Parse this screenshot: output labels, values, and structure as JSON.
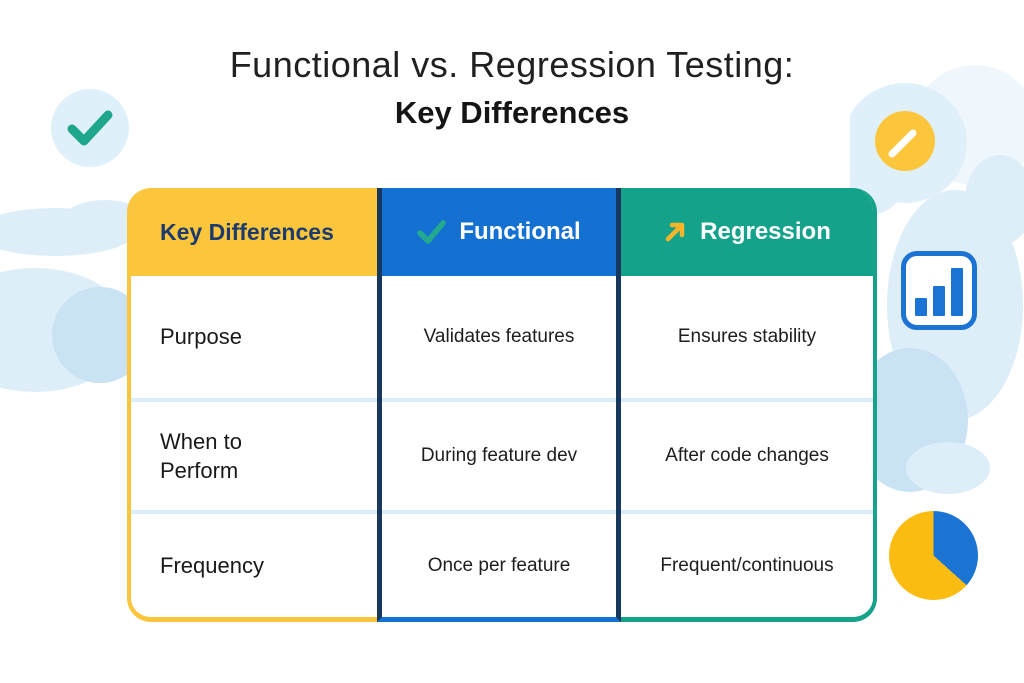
{
  "title": {
    "line1": "Functional vs. Regression Testing:",
    "line2": "Key Differences"
  },
  "table": {
    "columns": [
      {
        "label": "Key Differences",
        "icon": "none",
        "bg": "#FBC53C",
        "text_color": "#1D3C6D"
      },
      {
        "label": "Functional",
        "icon": "check-icon",
        "bg": "#1571D1",
        "text_color": "#FFFFFF"
      },
      {
        "label": "Regression",
        "icon": "arrow-up-right-icon",
        "bg": "#14A28B",
        "text_color": "#FFFFFF"
      }
    ],
    "rows": [
      {
        "label": "Purpose",
        "functional": "Validates features",
        "regression": "Ensures stability"
      },
      {
        "label": "When to Perform",
        "functional": "During feature dev",
        "regression": "After code changes"
      },
      {
        "label": "Frequency",
        "functional": "Once per feature",
        "regression": "Frequent/continuous"
      }
    ]
  },
  "icons": {
    "top_left_badge": "check-badge-icon",
    "top_right_badge": "pencil-badge-icon",
    "right_side": "bar-chart-icon",
    "bottom_right": "pie-chart-icon"
  },
  "colors": {
    "yellow": "#FBC53C",
    "blue": "#1571D1",
    "teal": "#14A28B",
    "navy_text": "#1D3C6D",
    "divider_navy": "#17375E",
    "row_separator": "#DCEDFA",
    "check_green": "#22A98E",
    "arrow_yellow": "#F9B529",
    "icon_blue": "#1B73D4",
    "pie_yellow": "#FBBC12",
    "blob_light": "#DDEEF9",
    "blob_mid": "#C9E2F4",
    "text": "#1E1E1E"
  }
}
